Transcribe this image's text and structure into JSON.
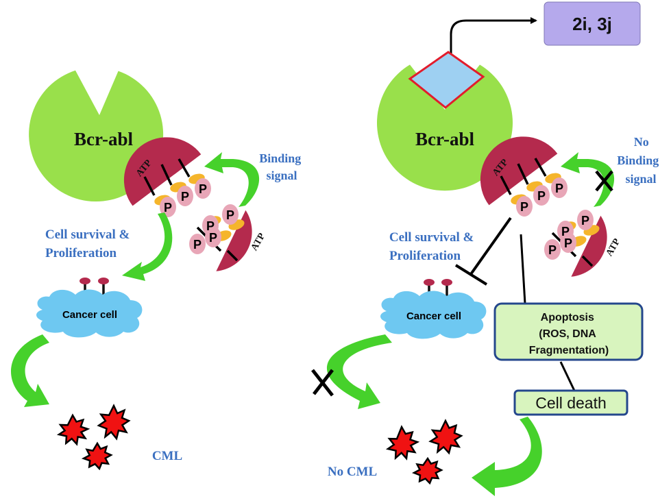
{
  "colors": {
    "enzyme_green": "#99e04b",
    "atp_maroon": "#b42a4d",
    "p_pink": "#e8a6b7",
    "orange_blob": "#f5b52b",
    "arrow_green": "#46d12b",
    "cloud_blue": "#6ec8f1",
    "label_blue": "#3a6fc0",
    "star_red": "#f01212",
    "box_purple": "#b5a9ec",
    "diamond_blue": "#9ed0f2",
    "diamond_border": "#e21c2c",
    "box_green_fill": "#d8f4be",
    "box_navy_border": "#24478c"
  },
  "left_panel": {
    "enzyme_label": "Bcr-abl",
    "atp_top": "ATP",
    "atp_bottom": "ATP",
    "phosphate": "P",
    "binding_signal_line1": "Binding",
    "binding_signal_line2": "signal",
    "survival_line1": "Cell survival &",
    "survival_line2": "Proliferation",
    "cancer_cell": "Cancer cell",
    "outcome": "CML"
  },
  "right_panel": {
    "compound_box": "2i, 3j",
    "enzyme_label": "Bcr-abl",
    "atp_top": "ATP",
    "atp_bottom": "ATP",
    "phosphate": "P",
    "no_binding_line1": "No",
    "no_binding_line2": "Binding",
    "no_binding_line3": "signal",
    "survival_line1": "Cell survival &",
    "survival_line2": "Proliferation",
    "cancer_cell": "Cancer cell",
    "apoptosis_line1": "Apoptosis",
    "apoptosis_line2": "(ROS, DNA",
    "apoptosis_line3": "Fragmentation)",
    "cell_death": "Cell death",
    "outcome": "No CML"
  }
}
